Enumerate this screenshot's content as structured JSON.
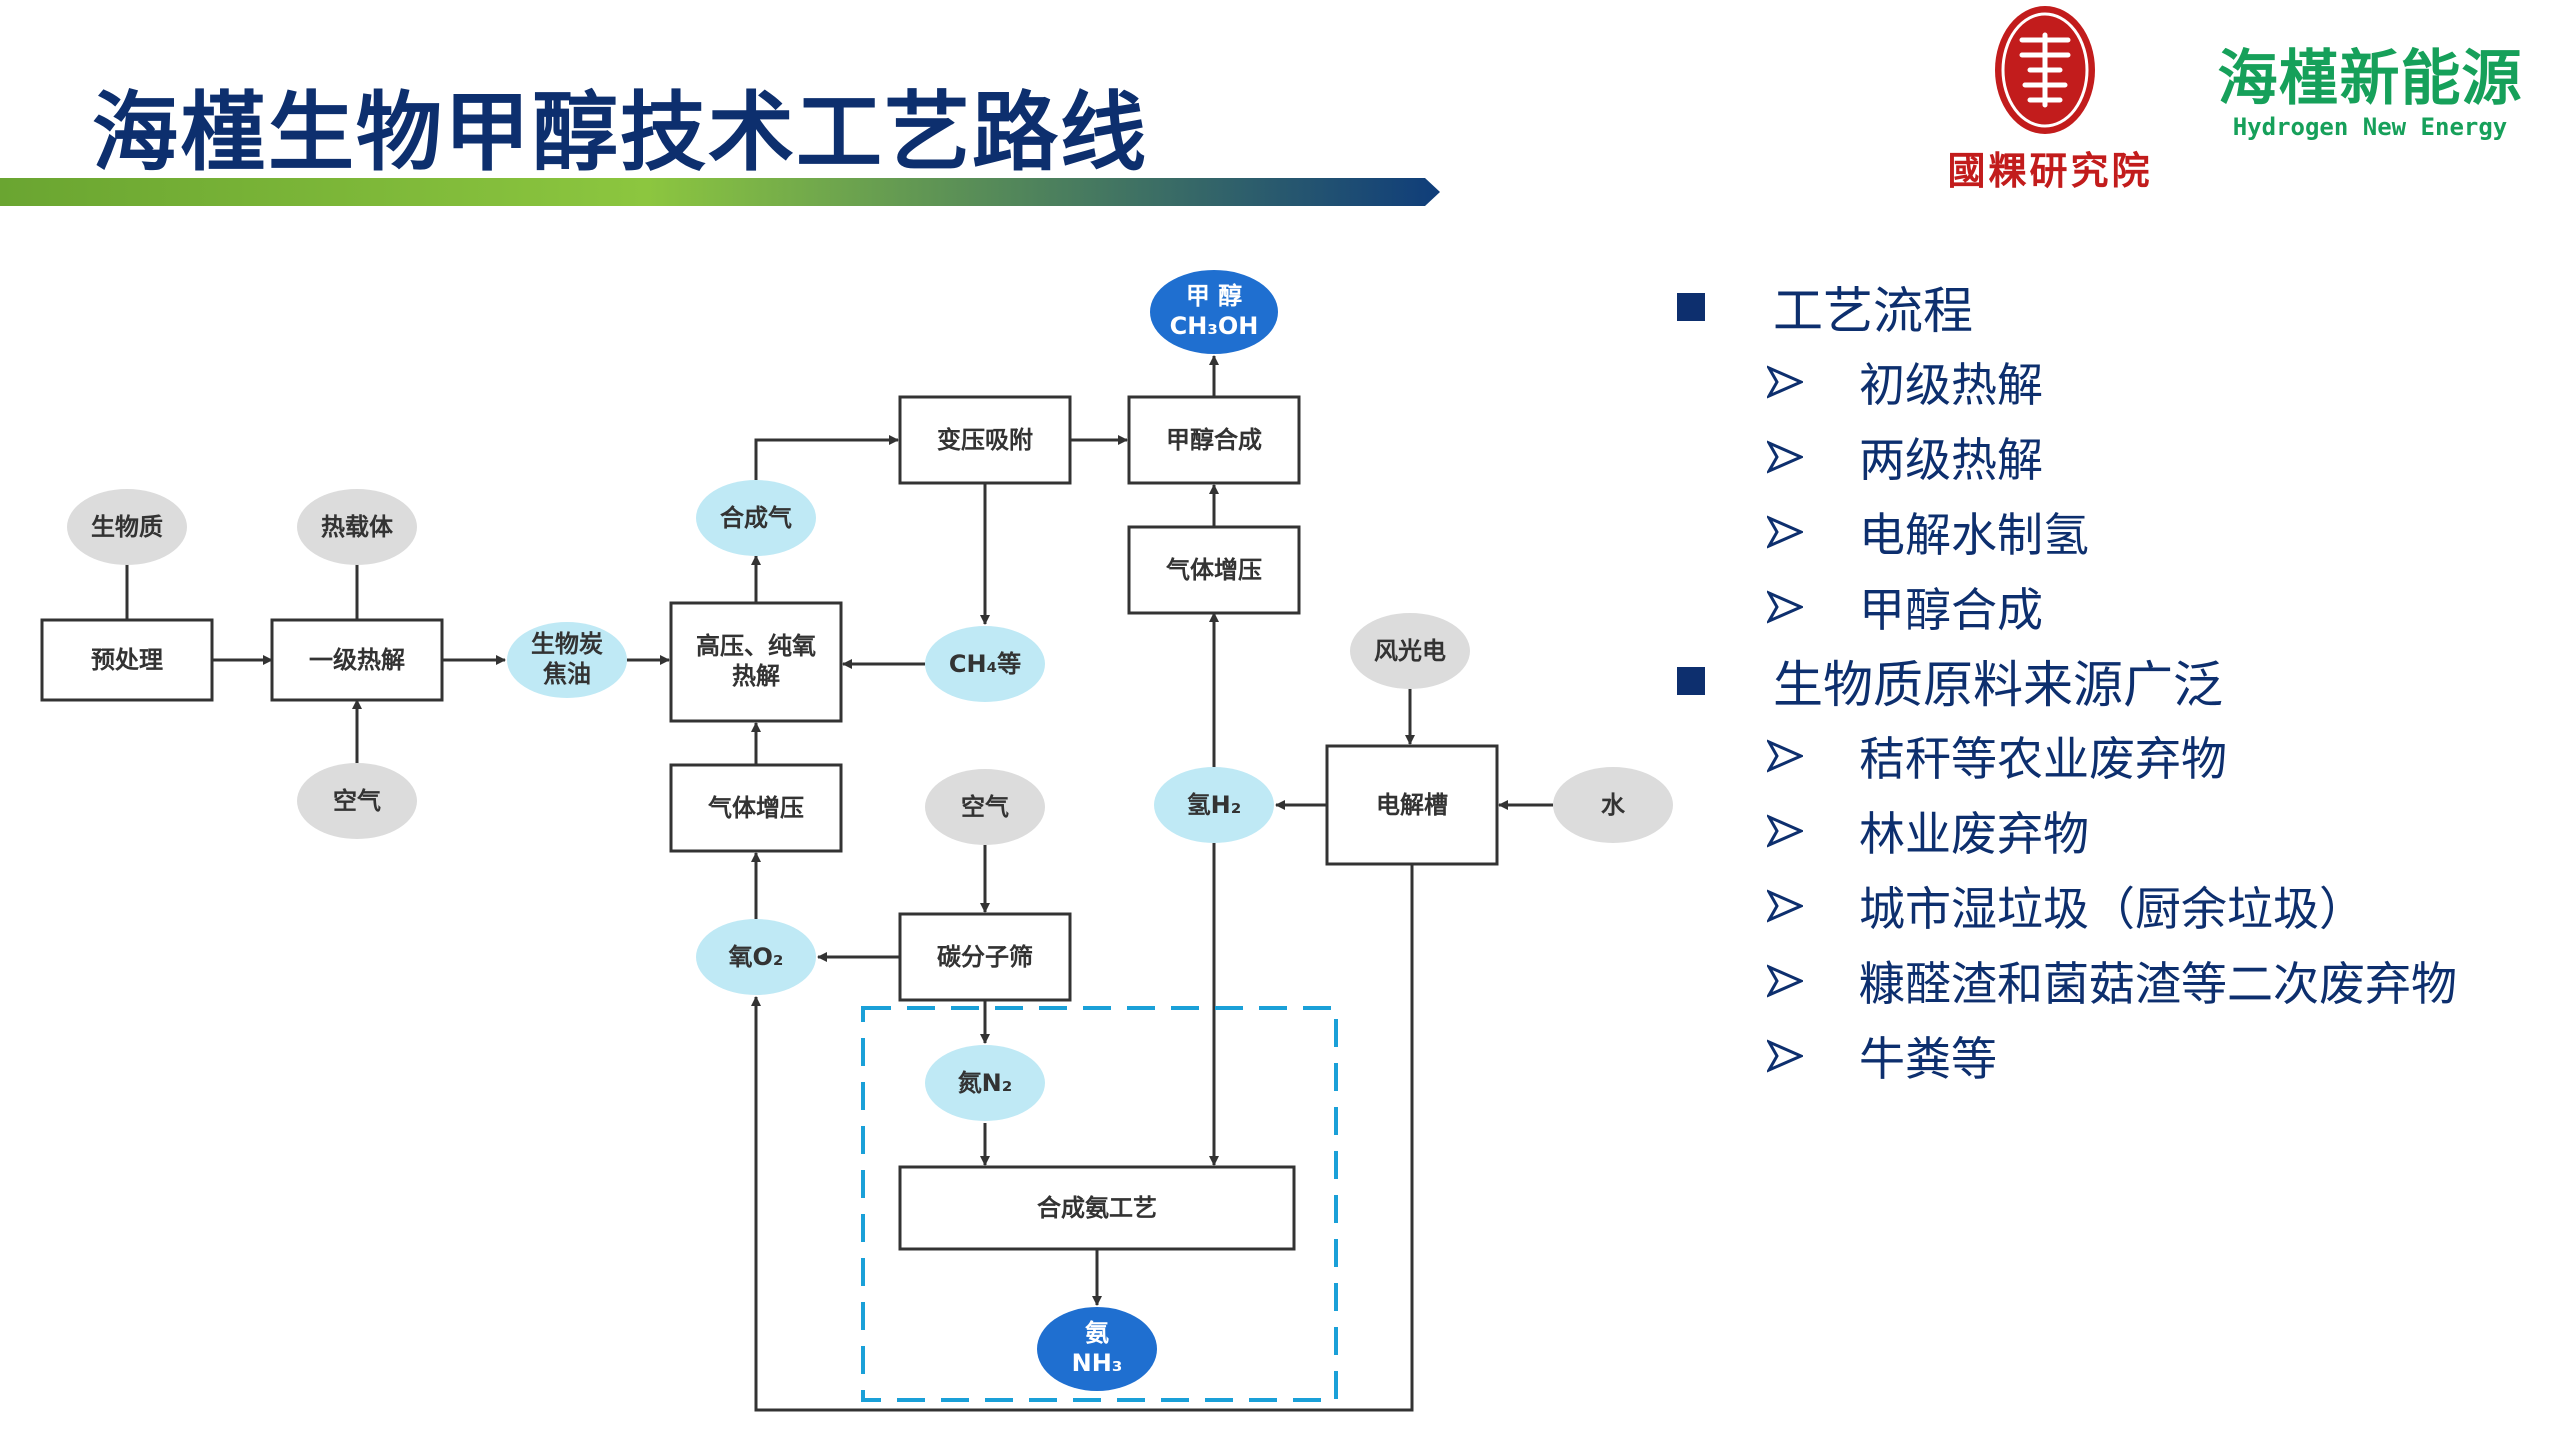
{
  "title": "海槿生物甲醇技术工艺路线",
  "colors": {
    "title": "#0d2f6e",
    "bar_start": "#6aa531",
    "bar_mid": "#8cc63f",
    "bar_end": "#0f3d7a",
    "gray_node": "#dcdcdc",
    "cyan_node": "#bfe9f5",
    "blue_node": "#1f6fd0",
    "dashed": "#1aa0d8",
    "seal_red": "#c21c1c",
    "brand_green": "#16a05a"
  },
  "logos": {
    "seal_caption": "國粿研究院",
    "brand_cn": "海槿新能源",
    "brand_en": "Hydrogen New Energy"
  },
  "diagram": {
    "nodes": [
      {
        "id": "biomass",
        "label": "生物质",
        "shape": "gray"
      },
      {
        "id": "heat_carrier",
        "label": "热载体",
        "shape": "gray"
      },
      {
        "id": "air1",
        "label": "空气",
        "shape": "gray"
      },
      {
        "id": "air2",
        "label": "空气",
        "shape": "gray"
      },
      {
        "id": "wind_solar",
        "label": "风光电",
        "shape": "gray"
      },
      {
        "id": "water",
        "label": "水",
        "shape": "gray"
      },
      {
        "id": "pretreat",
        "label": "预处理",
        "shape": "box"
      },
      {
        "id": "pyro1",
        "label": "一级热解",
        "shape": "box"
      },
      {
        "id": "biochar",
        "lines": [
          "生物炭",
          "焦油"
        ],
        "shape": "cyan"
      },
      {
        "id": "hp_pyro",
        "lines": [
          "高压、纯氧",
          "热解"
        ],
        "shape": "box"
      },
      {
        "id": "syngas",
        "label": "合成气",
        "shape": "cyan"
      },
      {
        "id": "psa",
        "label": "变压吸附",
        "shape": "box"
      },
      {
        "id": "ch4",
        "label": "CH₄等",
        "shape": "cyan"
      },
      {
        "id": "meoh_syn",
        "label": "甲醇合成",
        "shape": "box"
      },
      {
        "id": "methanol",
        "lines": [
          "甲 醇",
          "CH₃OH"
        ],
        "shape": "blue"
      },
      {
        "id": "comp_r",
        "label": "气体增压",
        "shape": "box"
      },
      {
        "id": "comp_l",
        "label": "气体增压",
        "shape": "box"
      },
      {
        "id": "h2",
        "label": "氢H₂",
        "shape": "cyan"
      },
      {
        "id": "electrolyzer",
        "label": "电解槽",
        "shape": "box"
      },
      {
        "id": "o2",
        "label": "氧O₂",
        "shape": "cyan"
      },
      {
        "id": "cms",
        "label": "碳分子筛",
        "shape": "box"
      },
      {
        "id": "n2",
        "label": "氮N₂",
        "shape": "cyan"
      },
      {
        "id": "nh3_proc",
        "label": "合成氨工艺",
        "shape": "box"
      },
      {
        "id": "nh3",
        "lines": [
          "氨",
          "NH₃"
        ],
        "shape": "blue"
      }
    ]
  },
  "bullets": [
    {
      "level": 1,
      "text": "工艺流程"
    },
    {
      "level": 2,
      "text": "初级热解"
    },
    {
      "level": 2,
      "text": "两级热解"
    },
    {
      "level": 2,
      "text": "电解水制氢"
    },
    {
      "level": 2,
      "text": "甲醇合成"
    },
    {
      "level": 1,
      "text": "生物质原料来源广泛"
    },
    {
      "level": 2,
      "text": "秸秆等农业废弃物"
    },
    {
      "level": 2,
      "text": "林业废弃物"
    },
    {
      "level": 2,
      "text": "城市湿垃圾（厨余垃圾）"
    },
    {
      "level": 2,
      "text": "糠醛渣和菌菇渣等二次废弃物"
    },
    {
      "level": 2,
      "text": "牛粪等"
    }
  ]
}
